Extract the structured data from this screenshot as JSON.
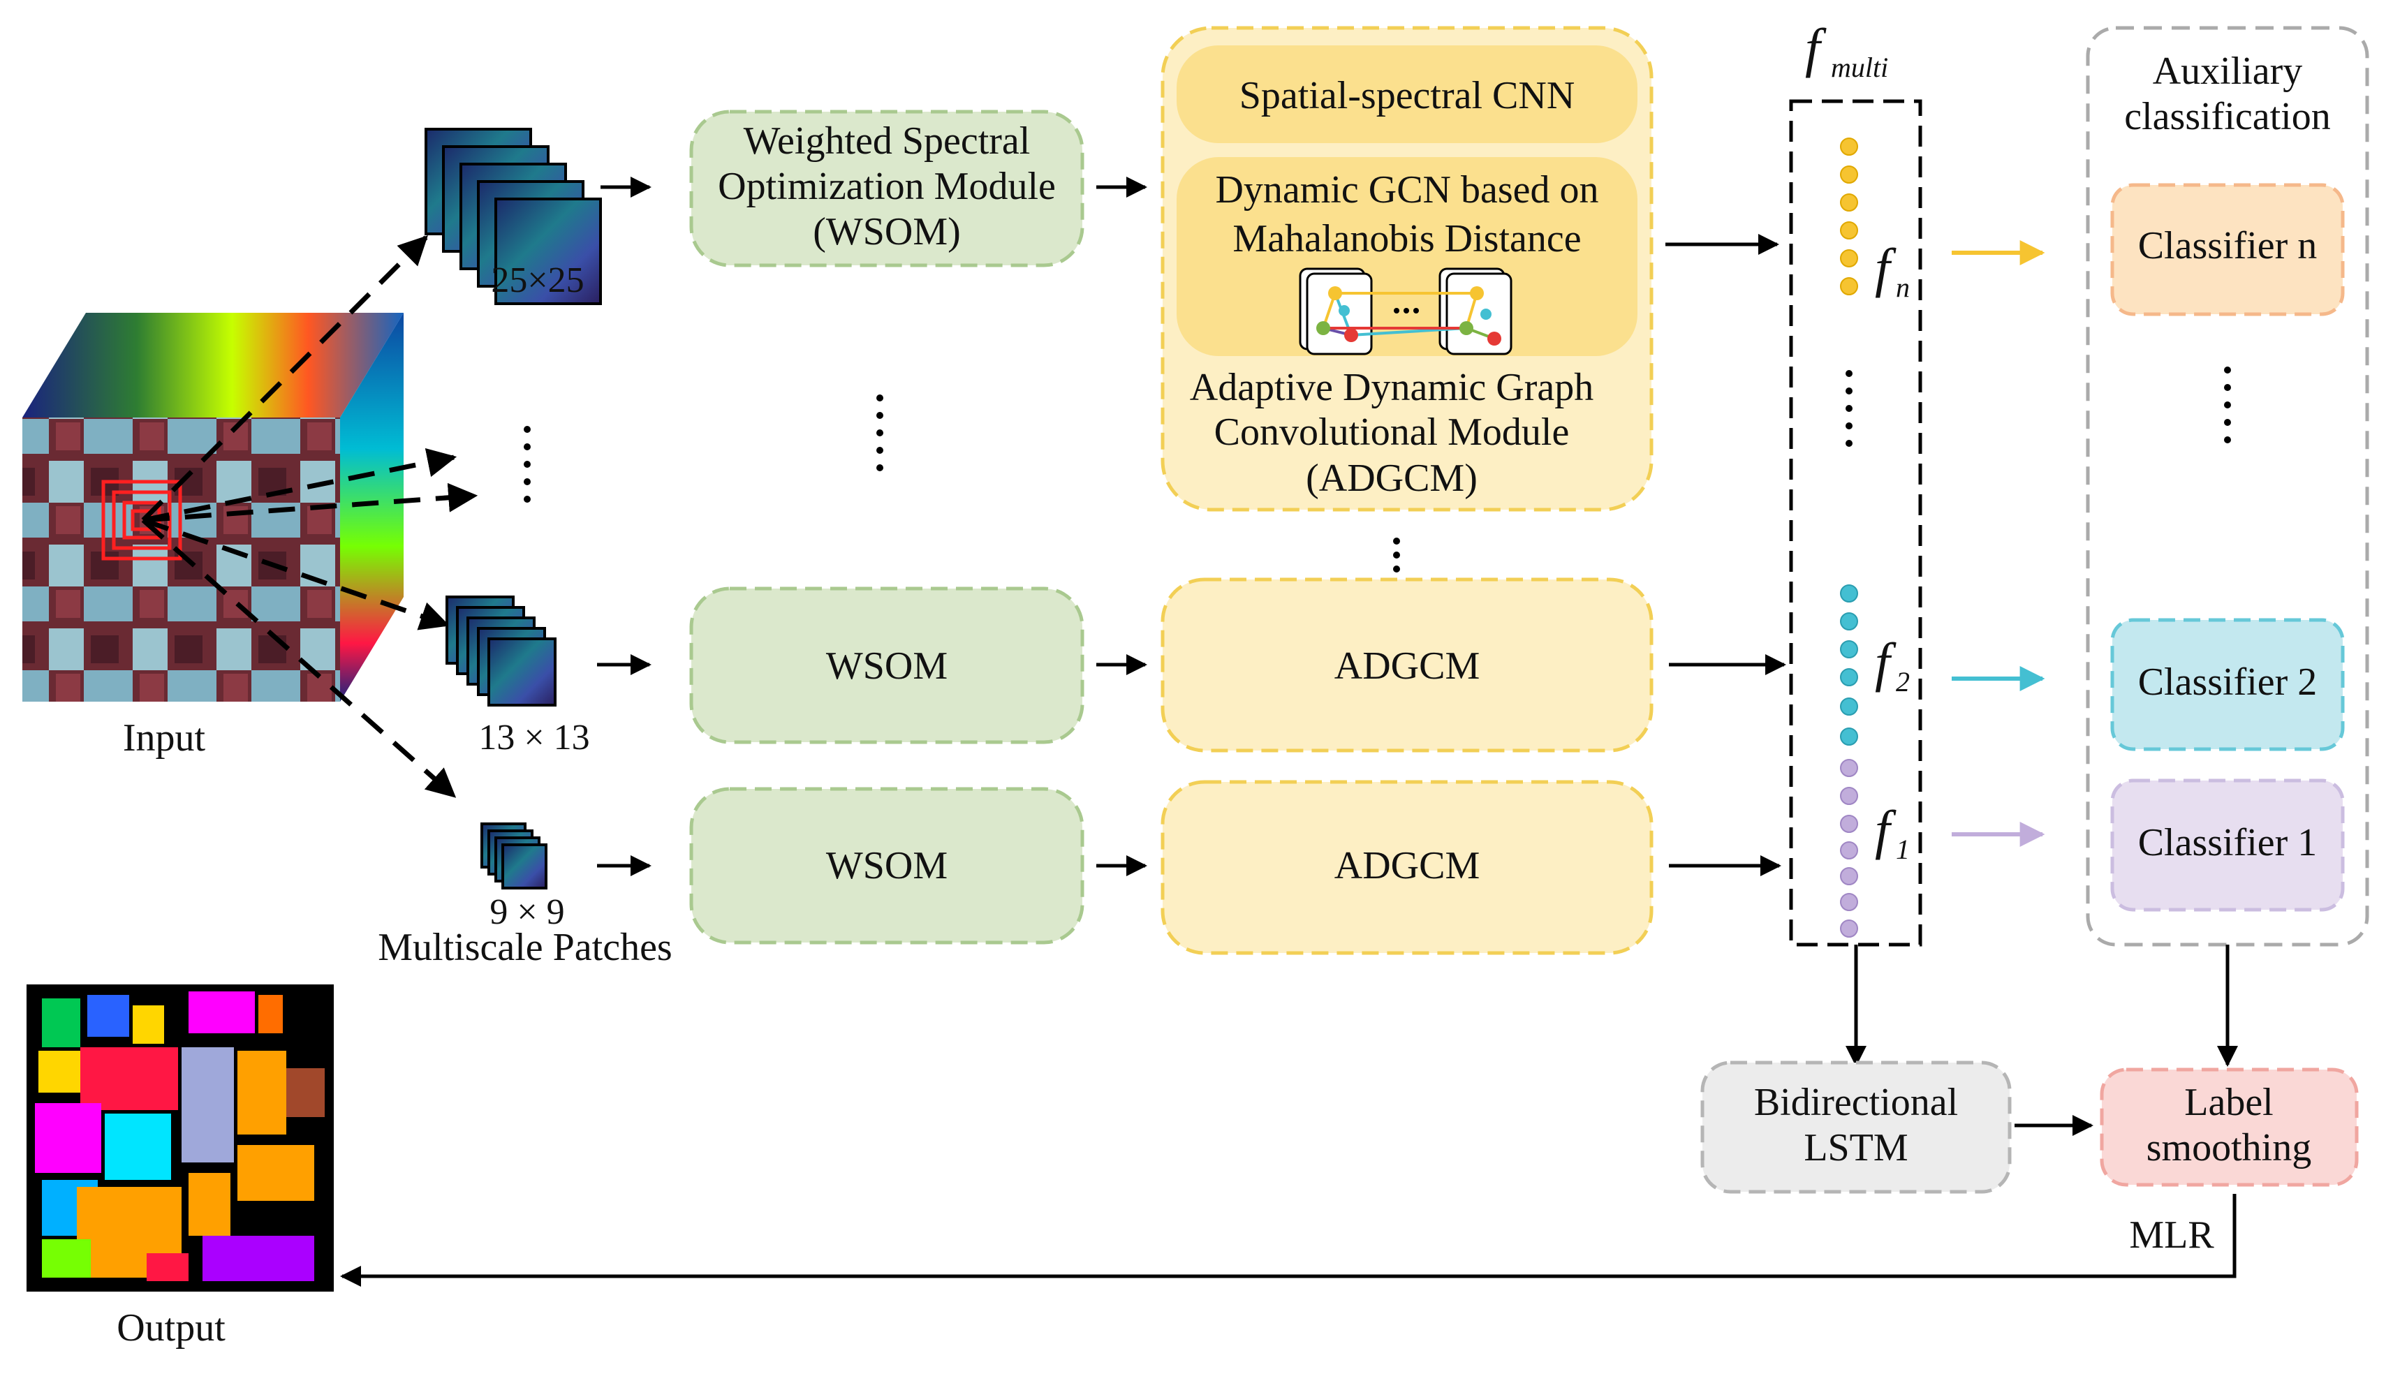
{
  "input": {
    "label": "Input"
  },
  "output": {
    "label": "Output"
  },
  "patches": {
    "large_label": "25×25",
    "mid_label": "13 × 13",
    "small_label": "9 × 9",
    "group_label": "Multiscale Patches"
  },
  "wsom": {
    "full_line1": "Weighted Spectral",
    "full_line2": "Optimization Module",
    "full_line3": "(WSOM)",
    "short": "WSOM"
  },
  "adgcm": {
    "cnn_label": "Spatial-spectral CNN",
    "gcn_line1": "Dynamic GCN based on",
    "gcn_line2": "Mahalanobis Distance",
    "full_line1": "Adaptive Dynamic Graph",
    "full_line2": "Convolutional Module",
    "full_line3": "(ADGCM)",
    "short": "ADGCM"
  },
  "features": {
    "multi_label": "f",
    "multi_sub": "multi",
    "fn_label": "f",
    "fn_sub": "n",
    "f2_label": "f",
    "f2_sub": "2",
    "f1_label": "f",
    "f1_sub": "1"
  },
  "auxiliary": {
    "title_line1": "Auxiliary",
    "title_line2": "classification",
    "classifier_n": "Classifier n",
    "classifier_2": "Classifier 2",
    "classifier_1": "Classifier 1"
  },
  "lstm": {
    "line1": "Bidirectional",
    "line2": "LSTM"
  },
  "smoothing": {
    "line1": "Label",
    "line2": "smoothing"
  },
  "mlr": {
    "label": "MLR"
  },
  "colors": {
    "wsom_fill": "#dbe8cc",
    "wsom_border": "#a9c98f",
    "adgcm_fill": "#fdefc4",
    "adgcm_border": "#f2cf55",
    "cnn_fill": "#fbe08e",
    "fn_dots": "#f6c431",
    "f2_dots": "#44bfd2",
    "f1_dots": "#c1addb",
    "classifier_n_fill": "#fde3c1",
    "classifier_2_fill": "#c3e8ef",
    "classifier_1_fill": "#e7def0",
    "lstm_fill": "#ececec",
    "smoothing_fill": "#fad8d6"
  },
  "icons": {
    "input_cube": "hyperspectral-cube-icon",
    "output_map": "classification-map-icon",
    "graph": "graph-network-icon"
  }
}
